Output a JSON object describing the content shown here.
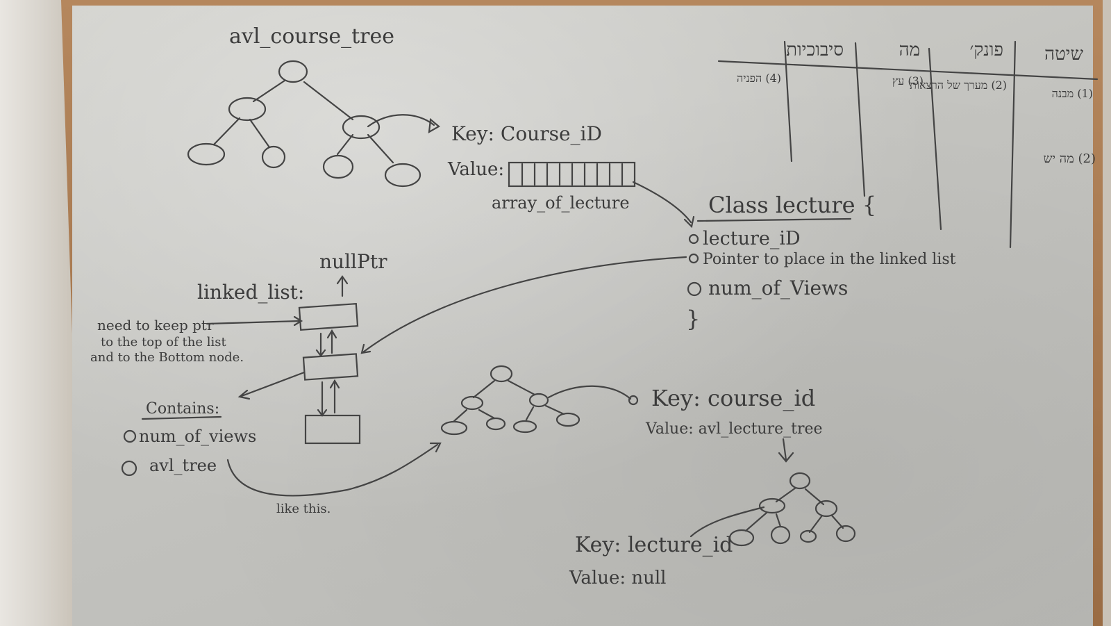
{
  "course_tree": {
    "title": "avl_course_tree",
    "key_label": "Key: Course_iD",
    "value_label": "Value:",
    "array_label": "array_of_lecture"
  },
  "lecture_class": {
    "header": "Class lecture {",
    "fields": [
      "lecture_iD",
      "Pointer to place in the linked list",
      "num_of_Views"
    ],
    "close_brace": "}"
  },
  "linked_list": {
    "title": "linked_list:",
    "null_label": "nullPtr",
    "note_lines": [
      "need to keep ptr",
      "to the top of the list",
      "and to the Bottom node."
    ],
    "contains_label": "Contains:",
    "contains_items": [
      "num_of_views",
      "avl_tree"
    ],
    "like_this": "like this."
  },
  "views_tree": {
    "key_label": "Key: course_id",
    "value_label": "Value: avl_lecture_tree"
  },
  "lecture_tree": {
    "key_label": "Key: lecture_id",
    "value_label": "Value: null"
  },
  "hebrew_table": {
    "headers": [
      "שיטה",
      "פונק׳",
      "מה",
      "סיבוכיות"
    ],
    "rows": [
      [
        "(1) מבנה",
        "(2) מערך של הרצאות",
        "(3) עץ",
        "(4) הפניה"
      ],
      [
        "(2) מה יש",
        "",
        "",
        ""
      ]
    ]
  },
  "colors": {
    "board": "#c6c6c2",
    "marker": "#3b3b3b",
    "frame": "#a8784f"
  }
}
